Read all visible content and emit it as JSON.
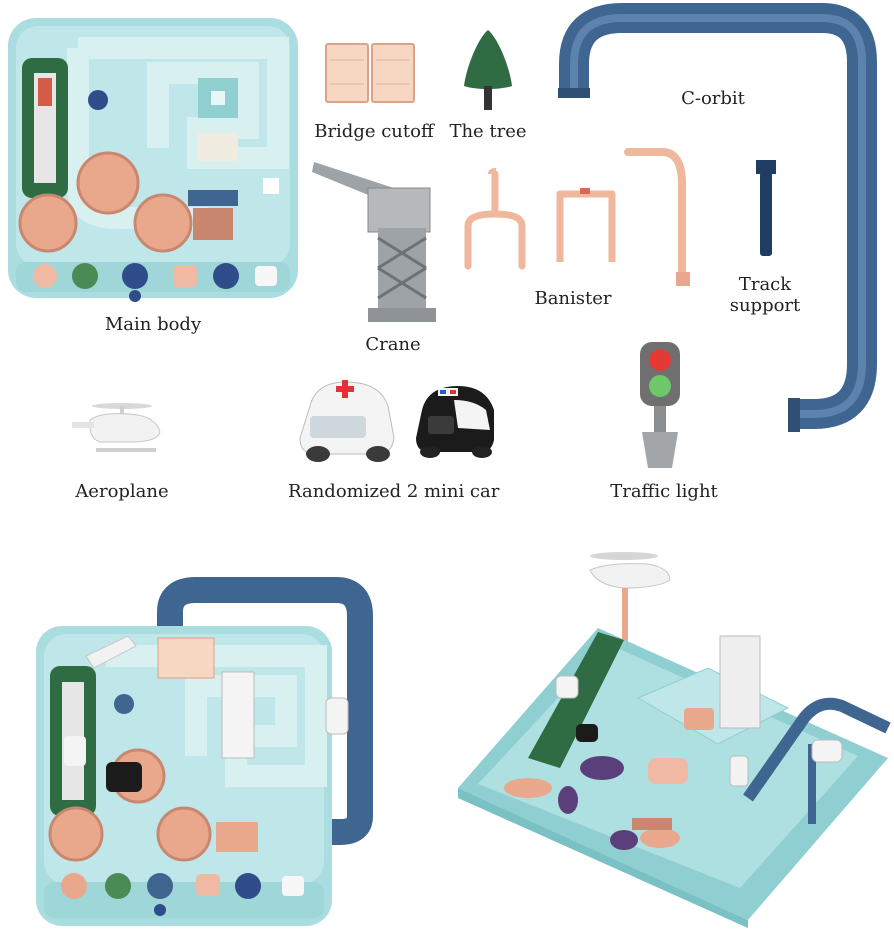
{
  "labels": {
    "main_body": "Main body",
    "bridge_cutoff": "Bridge cutoff",
    "the_tree": "The tree",
    "c_orbit": "C-orbit",
    "crane": "Crane",
    "banister": "Banister",
    "track_support_line1": "Track",
    "track_support_line2": "support",
    "aeroplane": "Aeroplane",
    "mini_car": "Randomized 2 mini car",
    "traffic_light": "Traffic light"
  },
  "colors": {
    "body_teal": "#a9dde0",
    "track_light": "#cdecec",
    "peach": "#e9a88c",
    "track_blue": "#3f6591",
    "tree_green": "#2f6b43",
    "crane_gray": "#9ea3a7",
    "banister_pink": "#efb79c",
    "navy": "#1f3d63"
  }
}
